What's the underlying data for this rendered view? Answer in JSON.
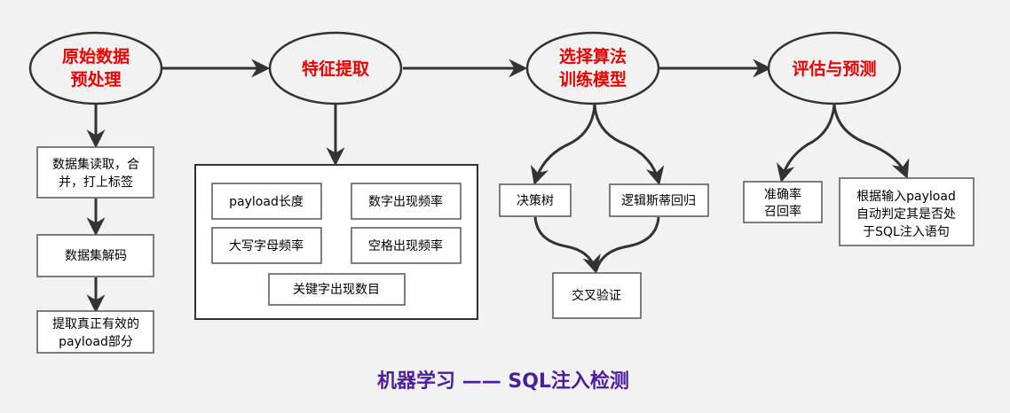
{
  "stages": [
    {
      "line1": "原始数据",
      "line2": "预处理"
    },
    {
      "line1": "特征提取",
      "line2": ""
    },
    {
      "line1": "选择算法",
      "line2": "训练模型"
    },
    {
      "line1": "评估与预测",
      "line2": ""
    }
  ],
  "preprocess_steps": [
    {
      "line1": "数据集读取，合",
      "line2": "并，打上标签"
    },
    {
      "line1": "数据集解码",
      "line2": ""
    },
    {
      "line1": "提取真正有效的",
      "line2": "payload部分"
    }
  ],
  "features": [
    "payload长度",
    "数字出现频率",
    "大写字母频率",
    "空格出现频率",
    "关键字出现数目"
  ],
  "algorithms": [
    "决策树",
    "逻辑斯蒂回归"
  ],
  "validation": "交叉验证",
  "evaluation": {
    "metrics_line1": "准确率",
    "metrics_line2": "召回率",
    "predict_line1": "根据输入payload",
    "predict_line2": "自动判定其是否处",
    "predict_line3": "于SQL注入语句"
  },
  "title": "机器学习 —— SQL注入检测",
  "colors": {
    "stage_text": "#ee0000",
    "title": "#4b1ea0",
    "stroke": "#333333"
  }
}
